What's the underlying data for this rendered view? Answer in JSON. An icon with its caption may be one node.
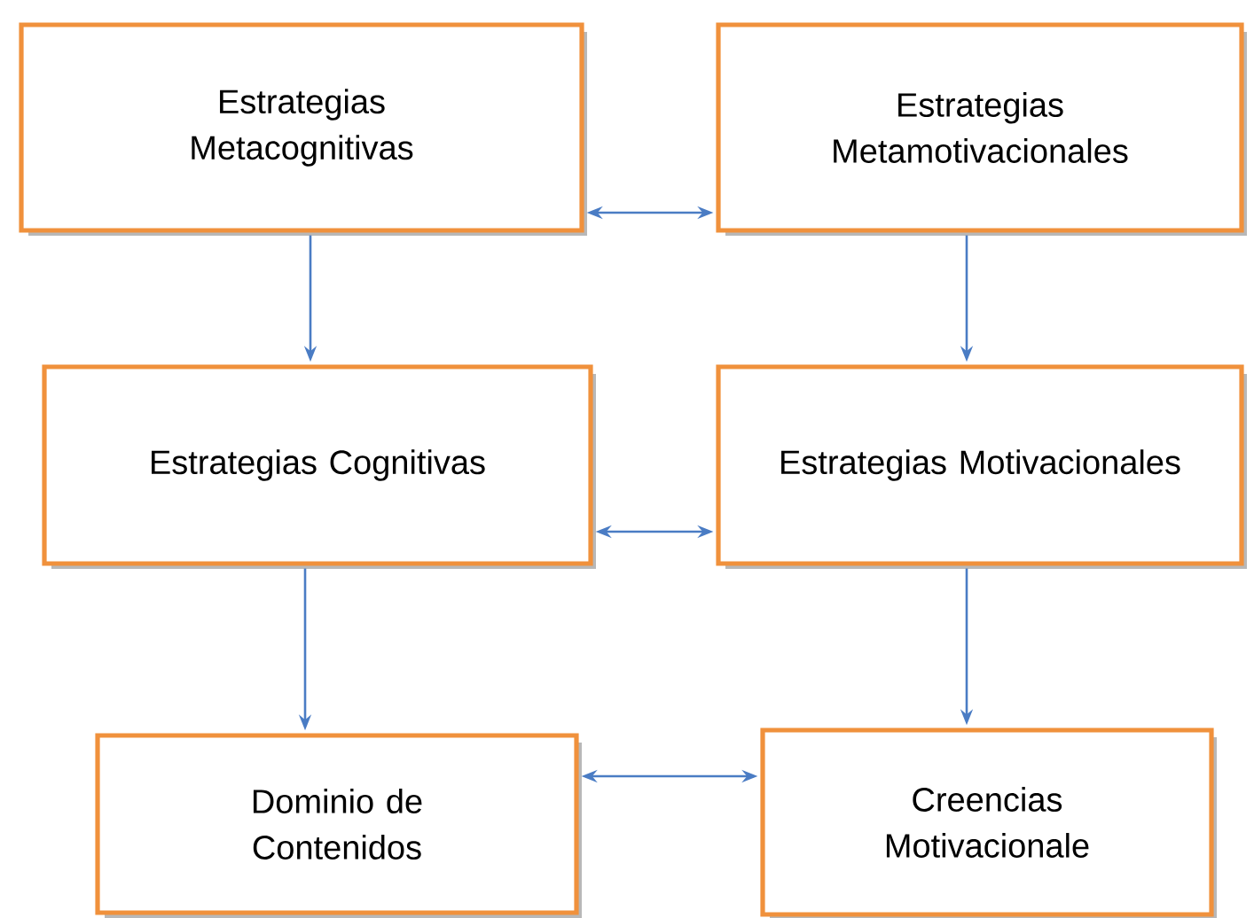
{
  "diagram": {
    "nodes": [
      {
        "text": [
          "Estrategias Metacognitivas"
        ]
      },
      {
        "text": [
          "Estrategias Metamotivacionales"
        ]
      },
      {
        "text": [
          "Estrategias Cognitivas"
        ]
      },
      {
        "text": [
          "Estrategias Motivacionales"
        ]
      },
      {
        "text": [
          "Dominio de Contenidos"
        ]
      },
      {
        "text": [
          "Creencias Motivacionale"
        ]
      }
    ],
    "edges": [
      {
        "from": 0,
        "to": 1,
        "arrow": "both"
      },
      {
        "from": 0,
        "to": 2,
        "arrow": "to"
      },
      {
        "from": 1,
        "to": 3,
        "arrow": "to"
      },
      {
        "from": 2,
        "to": 3,
        "arrow": "both"
      },
      {
        "from": 2,
        "to": 4,
        "arrow": "to"
      },
      {
        "from": 3,
        "to": 5,
        "arrow": "to"
      },
      {
        "from": 4,
        "to": 5,
        "arrow": "both"
      }
    ]
  }
}
